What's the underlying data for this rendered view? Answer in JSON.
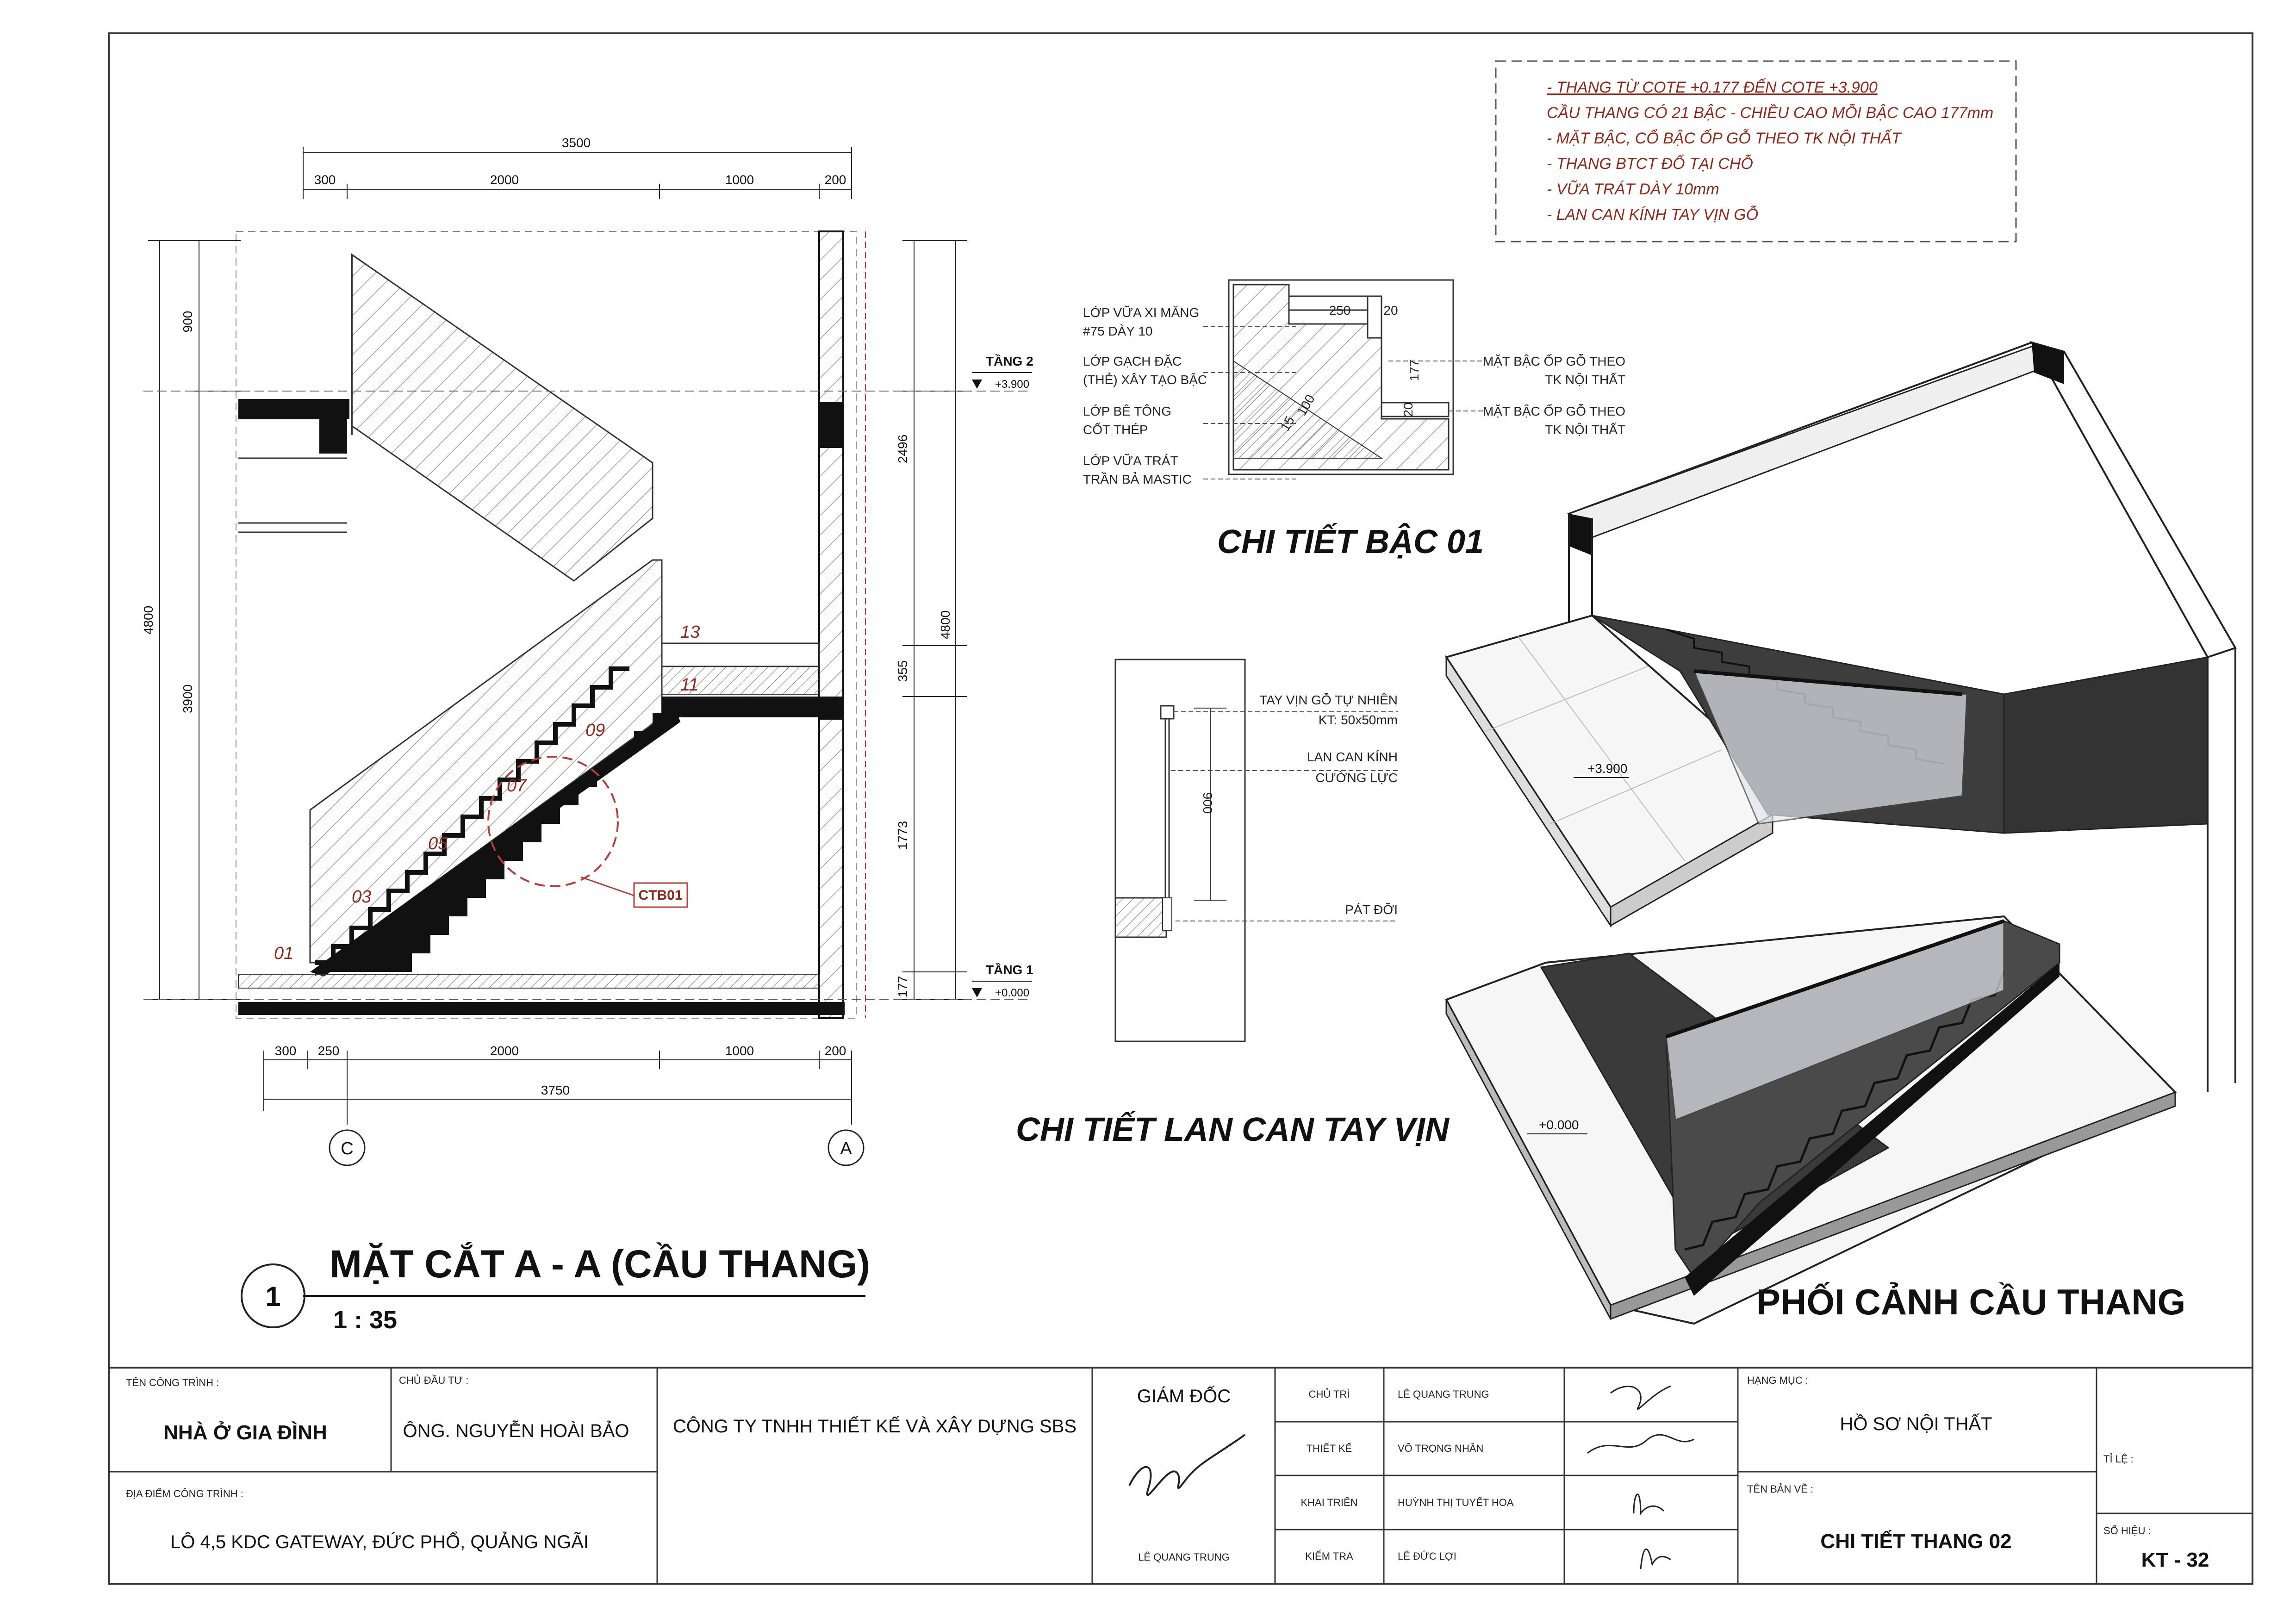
{
  "notes": [
    "- THANG TỪ COTE +0.177 ĐẾN COTE +3.900",
    "  CẦU THANG CÓ 21 BẬC - CHIỀU CAO MỖI BẬC CAO 177mm",
    "- MẶT BẬC, CỔ BẬC ỐP GỖ THEO TK NỘI THẤT",
    "- THANG BTCT ĐỔ TẠI CHỖ",
    "- VỮA TRÁT DÀY 10mm",
    "- LAN CAN KÍNH TAY VỊN GỖ"
  ],
  "section": {
    "dims_top_total": "3500",
    "dims_top": [
      "300",
      "2000",
      "1000",
      "200"
    ],
    "dims_bottom": [
      "300",
      "250",
      "2000",
      "1000",
      "200"
    ],
    "dims_bottom_total": "3750",
    "dims_left": [
      "900",
      "3900"
    ],
    "dims_left_total": "4800",
    "dims_right": [
      "2496",
      "355",
      "1773",
      "177"
    ],
    "dims_right_total": "4800",
    "level2_name": "TẦNG 2",
    "level2_value": "+3.900",
    "level1_name": "TẦNG 1",
    "level1_value": "+0.000",
    "step_numbers": [
      "01",
      "03",
      "05",
      "07",
      "09",
      "11",
      "13"
    ],
    "callout": "CTB01",
    "grid_left": "C",
    "grid_right": "A",
    "number": "1",
    "title": "MẶT CẮT A - A (CẦU THANG)",
    "scale": "1 : 35"
  },
  "step_detail": {
    "title": "CHI TIẾT BẬC 01",
    "left_labels": [
      [
        "LỚP VỮA XI MĂNG",
        "#75 DÀY 10"
      ],
      [
        "LỚP GẠCH ĐẶC",
        "(THẺ) XÂY TẠO BẬC"
      ],
      [
        "LỚP BÊ TÔNG",
        "CỐT THÉP"
      ],
      [
        "LỚP VỮA TRÁT",
        "TRẦN BẢ MASTIC"
      ]
    ],
    "right_labels": [
      [
        "MẶT BẬC ỐP GỖ THEO",
        "TK NỘI THẤT"
      ],
      [
        "MẶT BẬC ỐP GỖ THEO",
        "TK NỘI THẤT"
      ]
    ],
    "dims": [
      "250",
      "20",
      "177",
      "20",
      "100",
      "15"
    ]
  },
  "railing_detail": {
    "title": "CHI TIẾT LAN CAN TAY VỊN",
    "labels": [
      [
        "TAY VỊN GỖ TỰ NHIÊN",
        "KT: 50x50mm"
      ],
      [
        "LAN CAN KÍNH",
        "CƯỜNG LỰC"
      ],
      [
        "PÁT ĐỠI"
      ]
    ],
    "dim": "900"
  },
  "perspective": {
    "title": "PHỐI CẢNH CẦU THANG",
    "level_upper": "+3.900",
    "level_lower": "+0.000"
  },
  "title_block": {
    "project_label": "TÊN CÔNG TRÌNH :",
    "project": "NHÀ Ở GIA ĐÌNH",
    "owner_label": "CHỦ ĐẦU TƯ :",
    "owner": "ÔNG. NGUYỄN HOÀI BẢO",
    "location_label": "ĐỊA ĐIỂM CÔNG TRÌNH :",
    "location": "LÔ 4,5 KDC GATEWAY, ĐỨC PHỔ, QUẢNG NGÃI",
    "company": "CÔNG TY TNHH THIẾT KẾ VÀ XÂY DỰNG SBS",
    "director_label": "GIÁM ĐỐC",
    "director": "LÊ QUANG TRUNG",
    "roles": [
      {
        "role": "CHỦ TRÌ",
        "name": "LÊ QUANG TRUNG"
      },
      {
        "role": "THIẾT KẾ",
        "name": "VÕ TRỌNG NHÂN"
      },
      {
        "role": "KHAI TRIỂN",
        "name": "HUỲNH THỊ TUYẾT HOA"
      },
      {
        "role": "KIỂM TRA",
        "name": "LÊ ĐỨC LỢI"
      }
    ],
    "category_label": "HẠNG MỤC :",
    "category": "HỒ SƠ NỘI THẤT",
    "drawing_label": "TÊN BẢN VẼ :",
    "drawing": "CHI TIẾT THANG 02",
    "scale_label": "TỈ LỆ :",
    "sheet_label": "SỐ HIỆU :",
    "sheet": "KT - 32"
  }
}
